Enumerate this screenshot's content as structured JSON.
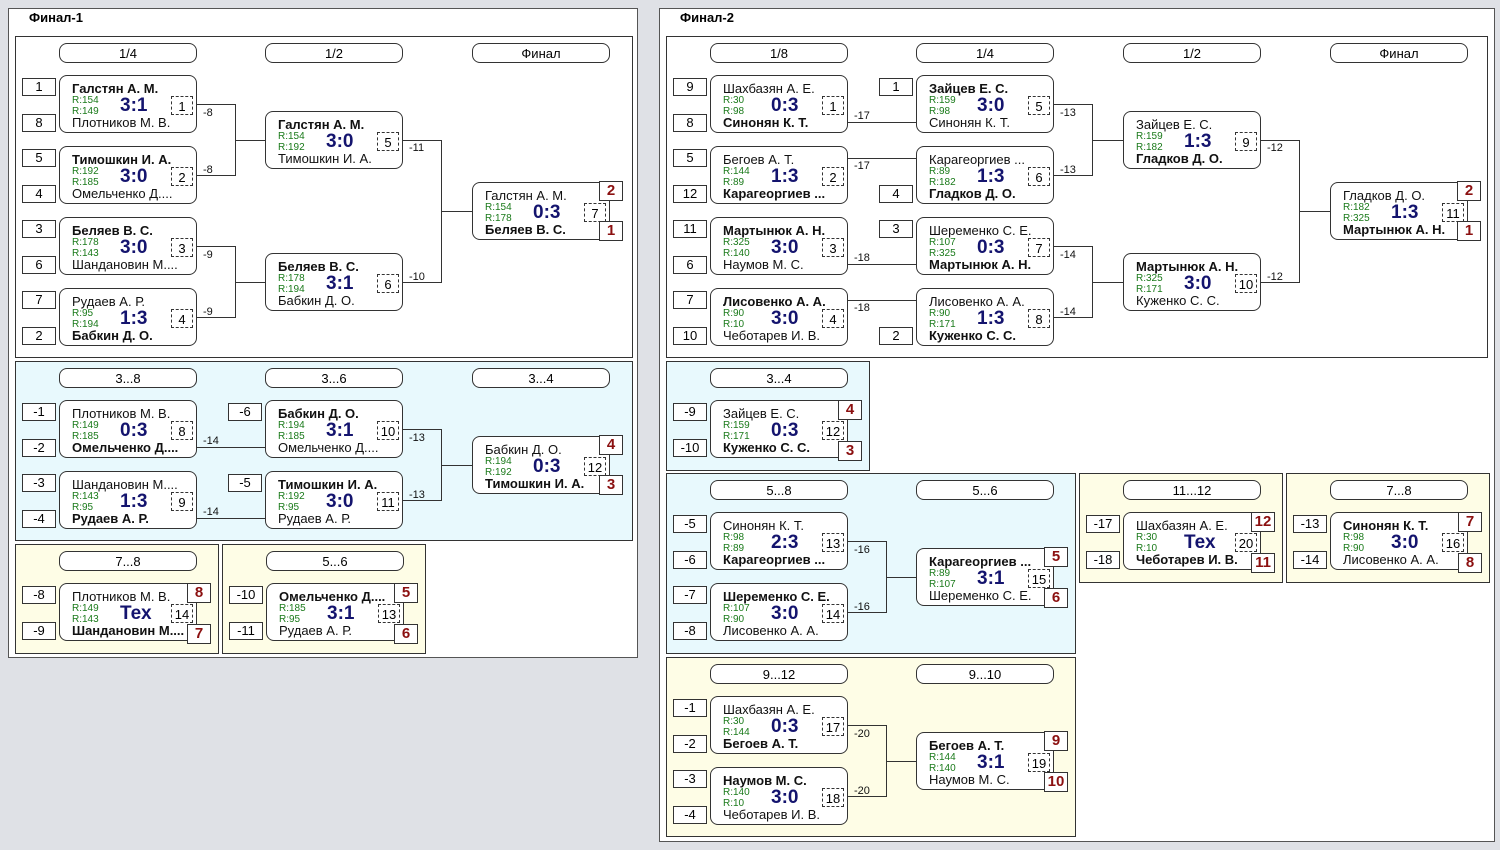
{
  "final1": {
    "title": "Финал-1",
    "main": {
      "rounds": [
        "1/4",
        "1/2",
        "Финал"
      ],
      "seeds": [
        "1",
        "8",
        "5",
        "4",
        "3",
        "6",
        "7",
        "2"
      ],
      "m1": {
        "p1": "Галстян А. М.",
        "r1": "R:154",
        "p2": "Плотников М. В.",
        "r2": "R:149",
        "score": "3:1",
        "num": "1",
        "loss": "-8"
      },
      "m2": {
        "p1": "Тимошкин И. А.",
        "r1": "R:192",
        "p2": "Омельченко Д....",
        "r2": "R:185",
        "score": "3:0",
        "num": "2",
        "loss": "-8"
      },
      "m3": {
        "p1": "Беляев В. С.",
        "r1": "R:178",
        "p2": "Шандановин М....",
        "r2": "R:143",
        "score": "3:0",
        "num": "3",
        "loss": "-9"
      },
      "m4": {
        "p1": "Рудаев А. Р.",
        "r1": "R:95",
        "p2": "Бабкин Д. О.",
        "r2": "R:194",
        "score": "1:3",
        "num": "4",
        "loss": "-9"
      },
      "m5": {
        "p1": "Галстян А. М.",
        "r1": "R:154",
        "p2": "Тимошкин И. А.",
        "r2": "R:192",
        "score": "3:0",
        "num": "5",
        "loss": "-11"
      },
      "m6": {
        "p1": "Беляев В. С.",
        "r1": "R:178",
        "p2": "Бабкин Д. О.",
        "r2": "R:194",
        "score": "3:1",
        "num": "6",
        "loss": "-10"
      },
      "m7": {
        "p1": "Галстян А. М.",
        "r1": "R:154",
        "p2": "Беляев В. С.",
        "r2": "R:178",
        "score": "0:3",
        "num": "7",
        "pl1": "2",
        "pl2": "1"
      }
    },
    "s38": {
      "rounds": [
        "3...8",
        "3...6",
        "3...4"
      ],
      "seeds": [
        "-1",
        "-2",
        "-3",
        "-4",
        "-6",
        "-5"
      ],
      "m1": {
        "p1": "Плотников М. В.",
        "r1": "R:149",
        "p2": "Омельченко Д....",
        "r2": "R:185",
        "score": "0:3",
        "num": "8",
        "loss": "-14"
      },
      "m2": {
        "p1": "Шандановин М....",
        "r1": "R:143",
        "p2": "Рудаев А. Р.",
        "r2": "R:95",
        "score": "1:3",
        "num": "9",
        "loss": "-14"
      },
      "m3": {
        "p1": "Бабкин Д. О.",
        "r1": "R:194",
        "p2": "Омельченко Д....",
        "r2": "R:185",
        "score": "3:1",
        "num": "10",
        "loss": "-13"
      },
      "m4": {
        "p1": "Тимошкин И. А.",
        "r1": "R:192",
        "p2": "Рудаев А. Р.",
        "r2": "R:95",
        "score": "3:0",
        "num": "11",
        "loss": "-13"
      },
      "m5": {
        "p1": "Бабкин Д. О.",
        "r1": "R:194",
        "p2": "Тимошкин И. А.",
        "r2": "R:192",
        "score": "0:3",
        "num": "12",
        "pl1": "4",
        "pl2": "3"
      }
    },
    "s78": {
      "round": "7...8",
      "seeds": [
        "-8",
        "-9"
      ],
      "m1": {
        "p1": "Плотников М. В.",
        "r1": "R:149",
        "p2": "Шандановин М....",
        "r2": "R:143",
        "score": "Тех",
        "num": "14",
        "pl1": "8",
        "pl2": "7"
      }
    },
    "s56": {
      "round": "5...6",
      "seeds": [
        "-10",
        "-11"
      ],
      "m1": {
        "p1": "Омельченко Д....",
        "r1": "R:185",
        "p2": "Рудаев А. Р.",
        "r2": "R:95",
        "score": "3:1",
        "num": "13",
        "pl1": "5",
        "pl2": "6"
      }
    }
  },
  "final2": {
    "title": "Финал-2",
    "main": {
      "rounds": [
        "1/8",
        "1/4",
        "1/2",
        "Финал"
      ],
      "seeds": [
        "9",
        "8",
        "5",
        "12",
        "11",
        "6",
        "7",
        "10",
        "1",
        "4",
        "3",
        "2"
      ],
      "m1": {
        "p1": "Шахбазян А. Е.",
        "r1": "R:30",
        "p2": "Синонян К. Т.",
        "r2": "R:98",
        "score": "0:3",
        "num": "1",
        "loss": "-17"
      },
      "m2": {
        "p1": "Бегоев А. Т.",
        "r1": "R:144",
        "p2": "Карагеоргиев ...",
        "r2": "R:89",
        "score": "1:3",
        "num": "2",
        "loss": "-17"
      },
      "m3": {
        "p1": "Мартынюк А. Н.",
        "r1": "R:325",
        "p2": "Наумов М. С.",
        "r2": "R:140",
        "score": "3:0",
        "num": "3",
        "loss": "-18"
      },
      "m4": {
        "p1": "Лисовенко А. А.",
        "r1": "R:90",
        "p2": "Чеботарев И. В.",
        "r2": "R:10",
        "score": "3:0",
        "num": "4",
        "loss": "-18"
      },
      "m5": {
        "p1": "Зайцев Е. С.",
        "r1": "R:159",
        "p2": "Синонян К. Т.",
        "r2": "R:98",
        "score": "3:0",
        "num": "5",
        "loss": "-13"
      },
      "m6": {
        "p1": "Карагеоргиев ...",
        "r1": "R:89",
        "p2": "Гладков Д. О.",
        "r2": "R:182",
        "score": "1:3",
        "num": "6",
        "loss": "-13"
      },
      "m7": {
        "p1": "Шеременко С. Е.",
        "r1": "R:107",
        "p2": "Мартынюк А. Н.",
        "r2": "R:325",
        "score": "0:3",
        "num": "7",
        "loss": "-14"
      },
      "m8": {
        "p1": "Лисовенко А. А.",
        "r1": "R:90",
        "p2": "Куженко С. С.",
        "r2": "R:171",
        "score": "1:3",
        "num": "8",
        "loss": "-14"
      },
      "m9": {
        "p1": "Зайцев Е. С.",
        "r1": "R:159",
        "p2": "Гладков Д. О.",
        "r2": "R:182",
        "score": "1:3",
        "num": "9",
        "loss": "-12"
      },
      "m10": {
        "p1": "Мартынюк А. Н.",
        "r1": "R:325",
        "p2": "Куженко С. С.",
        "r2": "R:171",
        "score": "3:0",
        "num": "10",
        "loss": "-12"
      },
      "m11": {
        "p1": "Гладков Д. О.",
        "r1": "R:182",
        "p2": "Мартынюк А. Н.",
        "r2": "R:325",
        "score": "1:3",
        "num": "11",
        "pl1": "2",
        "pl2": "1"
      }
    },
    "s34": {
      "round": "3...4",
      "seeds": [
        "-9",
        "-10"
      ],
      "m1": {
        "p1": "Зайцев Е. С.",
        "r1": "R:159",
        "p2": "Куженко С. С.",
        "r2": "R:171",
        "score": "0:3",
        "num": "12",
        "pl1": "4",
        "pl2": "3"
      }
    },
    "s58": {
      "rounds": [
        "5...8",
        "5...6"
      ],
      "seeds": [
        "-5",
        "-6",
        "-7",
        "-8"
      ],
      "m1": {
        "p1": "Синонян К. Т.",
        "r1": "R:98",
        "p2": "Карагеоргиев ...",
        "r2": "R:89",
        "score": "2:3",
        "num": "13",
        "loss": "-16"
      },
      "m2": {
        "p1": "Шеременко С. Е.",
        "r1": "R:107",
        "p2": "Лисовенко А. А.",
        "r2": "R:90",
        "score": "3:0",
        "num": "14",
        "loss": "-16"
      },
      "m3": {
        "p1": "Карагеоргиев ...",
        "r1": "R:89",
        "p2": "Шеременко С. Е.",
        "r2": "R:107",
        "score": "3:1",
        "num": "15",
        "pl1": "5",
        "pl2": "6"
      }
    },
    "s1112": {
      "round": "11...12",
      "seeds": [
        "-17",
        "-18"
      ],
      "m1": {
        "p1": "Шахбазян А. Е.",
        "r1": "R:30",
        "p2": "Чеботарев И. В.",
        "r2": "R:10",
        "score": "Тех",
        "num": "20",
        "pl1": "12",
        "pl2": "11"
      }
    },
    "s78": {
      "round": "7...8",
      "seeds": [
        "-13",
        "-14"
      ],
      "m1": {
        "p1": "Синонян К. Т.",
        "r1": "R:98",
        "p2": "Лисовенко А. А.",
        "r2": "R:90",
        "score": "3:0",
        "num": "16",
        "pl1": "7",
        "pl2": "8"
      }
    },
    "s912": {
      "rounds": [
        "9...12",
        "9...10"
      ],
      "seeds": [
        "-1",
        "-2",
        "-3",
        "-4"
      ],
      "m1": {
        "p1": "Шахбазян А. Е.",
        "r1": "R:30",
        "p2": "Бегоев А. Т.",
        "r2": "R:144",
        "score": "0:3",
        "num": "17",
        "loss": "-20"
      },
      "m2": {
        "p1": "Наумов М. С.",
        "r1": "R:140",
        "p2": "Чеботарев И. В.",
        "r2": "R:10",
        "score": "3:0",
        "num": "18",
        "loss": "-20"
      },
      "m3": {
        "p1": "Бегоев А. Т.",
        "r1": "R:144",
        "p2": "Наумов М. С.",
        "r2": "R:140",
        "score": "3:1",
        "num": "19",
        "pl1": "9",
        "pl2": "10"
      }
    }
  }
}
